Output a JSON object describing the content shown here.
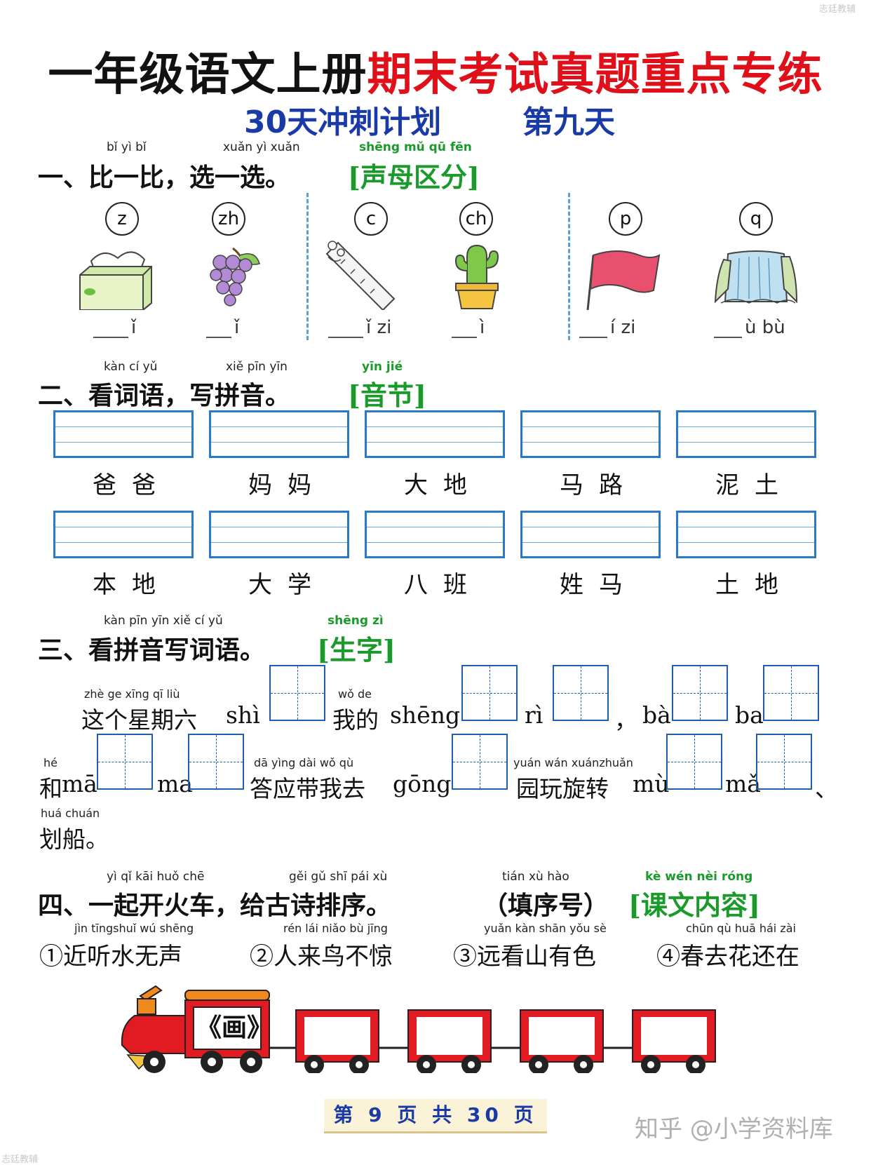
{
  "watermark": "志廷教辅",
  "title": {
    "part1": "一年级语文上册",
    "part2": "期末考试真题重点专练"
  },
  "subtitle": {
    "plan": "30天冲刺计划",
    "day": "第九天"
  },
  "section1": {
    "pinyin": [
      "bǐ  yì  bǐ",
      "xuǎn yì xuǎn",
      "shēng mǔ  qū  fēn"
    ],
    "heading": "一、比一比，选一选。",
    "tag": "[声母区分]",
    "letters": [
      "z",
      "zh",
      "c",
      "ch",
      "p",
      "q"
    ],
    "blanks": [
      "ǐ",
      "ǐ",
      "ǐ zi",
      "ì",
      "í zi",
      "ù bù"
    ]
  },
  "section2": {
    "pinyin": [
      "kàn  cí  yǔ",
      "xiě pīn yīn",
      "yīn jié"
    ],
    "heading": "二、看词语，写拼音。",
    "tag": "[音节]",
    "row1": [
      "爸爸",
      "妈妈",
      "大地",
      "马路",
      "泥土"
    ],
    "row2": [
      "本地",
      "大学",
      "八班",
      "姓马",
      "土地"
    ]
  },
  "section3": {
    "pinyin": [
      "kàn pīn yīn xiě  cí  yǔ",
      "shēng zì"
    ],
    "heading": "三、看拼音写词语。",
    "tag": "[生字]",
    "ruby": [
      "zhè  ge xīng qī  liù",
      "wǒ  de",
      "hé",
      "dā yìng dài  wǒ  qù",
      "yuán wán xuánzhuǎn",
      "huá chuán"
    ],
    "line1": [
      "这个星期六",
      "shì",
      "我的",
      "shēng",
      "rì",
      "，",
      "bà",
      "ba"
    ],
    "line2": [
      "和",
      "mā",
      "ma",
      "答应带我去",
      "gōng",
      "园玩旋转",
      "mù",
      "mǎ",
      "、"
    ],
    "line3": "划船。"
  },
  "section4": {
    "pinyin": [
      "yì   qǐ  kāi  huǒ chē",
      "gěi  gǔ  shī  pái  xù",
      "tián  xù  hào",
      "kè  wén  nèi róng"
    ],
    "heading_a": "四、一起开火车，给古诗排序。",
    "heading_b": "（填序号）",
    "tag": "[课文内容]",
    "poem_pinyin": [
      "jìn tīngshuǐ  wú  shēng",
      "rén  lái niǎo  bù  jīng",
      "yuǎn kàn shān yǒu  sè",
      "chūn  qù  huā  hái  zài"
    ],
    "poems": [
      "①近听水无声",
      "②人来鸟不惊",
      "③远看山有色",
      "④春去花还在"
    ],
    "train_label": "《画》"
  },
  "footer": {
    "page": "第 9 页 共 30 页",
    "source": "知乎 @小学资料库"
  },
  "colors": {
    "title_red": "#e0101a",
    "title_blue": "#1a3aa8",
    "tag_green": "#1a9a2a",
    "box_blue": "#2a78c8",
    "train_red": "#e21b22"
  }
}
